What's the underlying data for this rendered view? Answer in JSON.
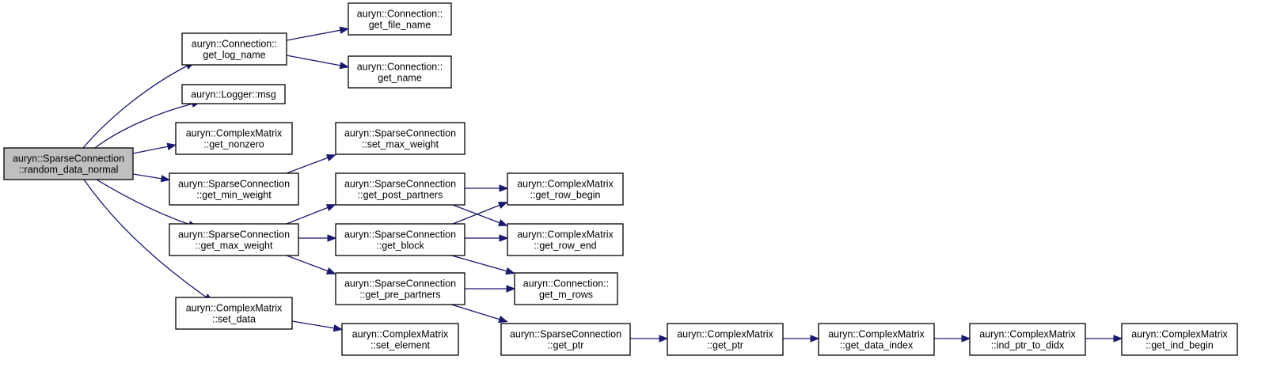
{
  "nodes": [
    {
      "id": "root",
      "lines": [
        "auryn::SparseConnection",
        "::random_data_normal"
      ],
      "root": true
    },
    {
      "id": "get_log_name",
      "lines": [
        "auryn::Connection::",
        "get_log_name"
      ]
    },
    {
      "id": "msg",
      "lines": [
        "auryn::Logger::msg"
      ]
    },
    {
      "id": "get_nonzero",
      "lines": [
        "auryn::ComplexMatrix",
        "::get_nonzero"
      ]
    },
    {
      "id": "get_min_weight",
      "lines": [
        "auryn::SparseConnection",
        "::get_min_weight"
      ]
    },
    {
      "id": "get_max_weight",
      "lines": [
        "auryn::SparseConnection",
        "::get_max_weight"
      ]
    },
    {
      "id": "set_data",
      "lines": [
        "auryn::ComplexMatrix",
        "::set_data"
      ]
    },
    {
      "id": "get_file_name",
      "lines": [
        "auryn::Connection::",
        "get_file_name"
      ]
    },
    {
      "id": "get_name",
      "lines": [
        "auryn::Connection::",
        "get_name"
      ]
    },
    {
      "id": "set_max_weight",
      "lines": [
        "auryn::SparseConnection",
        "::set_max_weight"
      ]
    },
    {
      "id": "get_post_partners",
      "lines": [
        "auryn::SparseConnection",
        "::get_post_partners"
      ]
    },
    {
      "id": "get_block",
      "lines": [
        "auryn::SparseConnection",
        "::get_block"
      ]
    },
    {
      "id": "get_pre_partners",
      "lines": [
        "auryn::SparseConnection",
        "::get_pre_partners"
      ]
    },
    {
      "id": "set_element",
      "lines": [
        "auryn::ComplexMatrix",
        "::set_element"
      ]
    },
    {
      "id": "get_row_begin",
      "lines": [
        "auryn::ComplexMatrix",
        "::get_row_begin"
      ]
    },
    {
      "id": "get_row_end",
      "lines": [
        "auryn::ComplexMatrix",
        "::get_row_end"
      ]
    },
    {
      "id": "get_m_rows",
      "lines": [
        "auryn::Connection::",
        "get_m_rows"
      ]
    },
    {
      "id": "sc_get_ptr",
      "lines": [
        "auryn::SparseConnection",
        "::get_ptr"
      ]
    },
    {
      "id": "cm_get_ptr",
      "lines": [
        "auryn::ComplexMatrix",
        "::get_ptr"
      ]
    },
    {
      "id": "get_data_index",
      "lines": [
        "auryn::ComplexMatrix",
        "::get_data_index"
      ]
    },
    {
      "id": "ind_ptr_to_didx",
      "lines": [
        "auryn::ComplexMatrix",
        "::ind_ptr_to_didx"
      ]
    },
    {
      "id": "get_ind_begin",
      "lines": [
        "auryn::ComplexMatrix",
        "::get_ind_begin"
      ]
    }
  ],
  "edges": [
    {
      "from": "root",
      "to": "get_log_name"
    },
    {
      "from": "root",
      "to": "msg"
    },
    {
      "from": "root",
      "to": "get_nonzero"
    },
    {
      "from": "root",
      "to": "get_min_weight"
    },
    {
      "from": "root",
      "to": "get_max_weight"
    },
    {
      "from": "root",
      "to": "set_data"
    },
    {
      "from": "get_log_name",
      "to": "get_file_name"
    },
    {
      "from": "get_log_name",
      "to": "get_name"
    },
    {
      "from": "get_min_weight",
      "to": "set_max_weight"
    },
    {
      "from": "get_max_weight",
      "to": "get_post_partners"
    },
    {
      "from": "get_max_weight",
      "to": "get_block"
    },
    {
      "from": "get_max_weight",
      "to": "get_pre_partners"
    },
    {
      "from": "get_post_partners",
      "to": "get_row_begin"
    },
    {
      "from": "get_post_partners",
      "to": "get_row_end"
    },
    {
      "from": "get_block",
      "to": "get_row_begin"
    },
    {
      "from": "get_block",
      "to": "get_row_end"
    },
    {
      "from": "get_block",
      "to": "get_m_rows"
    },
    {
      "from": "get_pre_partners",
      "to": "get_m_rows"
    },
    {
      "from": "get_pre_partners",
      "to": "sc_get_ptr"
    },
    {
      "from": "set_data",
      "to": "set_element"
    },
    {
      "from": "sc_get_ptr",
      "to": "cm_get_ptr"
    },
    {
      "from": "cm_get_ptr",
      "to": "get_data_index"
    },
    {
      "from": "get_data_index",
      "to": "ind_ptr_to_didx"
    },
    {
      "from": "ind_ptr_to_didx",
      "to": "get_ind_begin"
    }
  ],
  "colors": {
    "edge": "#191970",
    "root_fill": "#bfbfbf",
    "node_fill": "#ffffff",
    "border": "#000000"
  }
}
